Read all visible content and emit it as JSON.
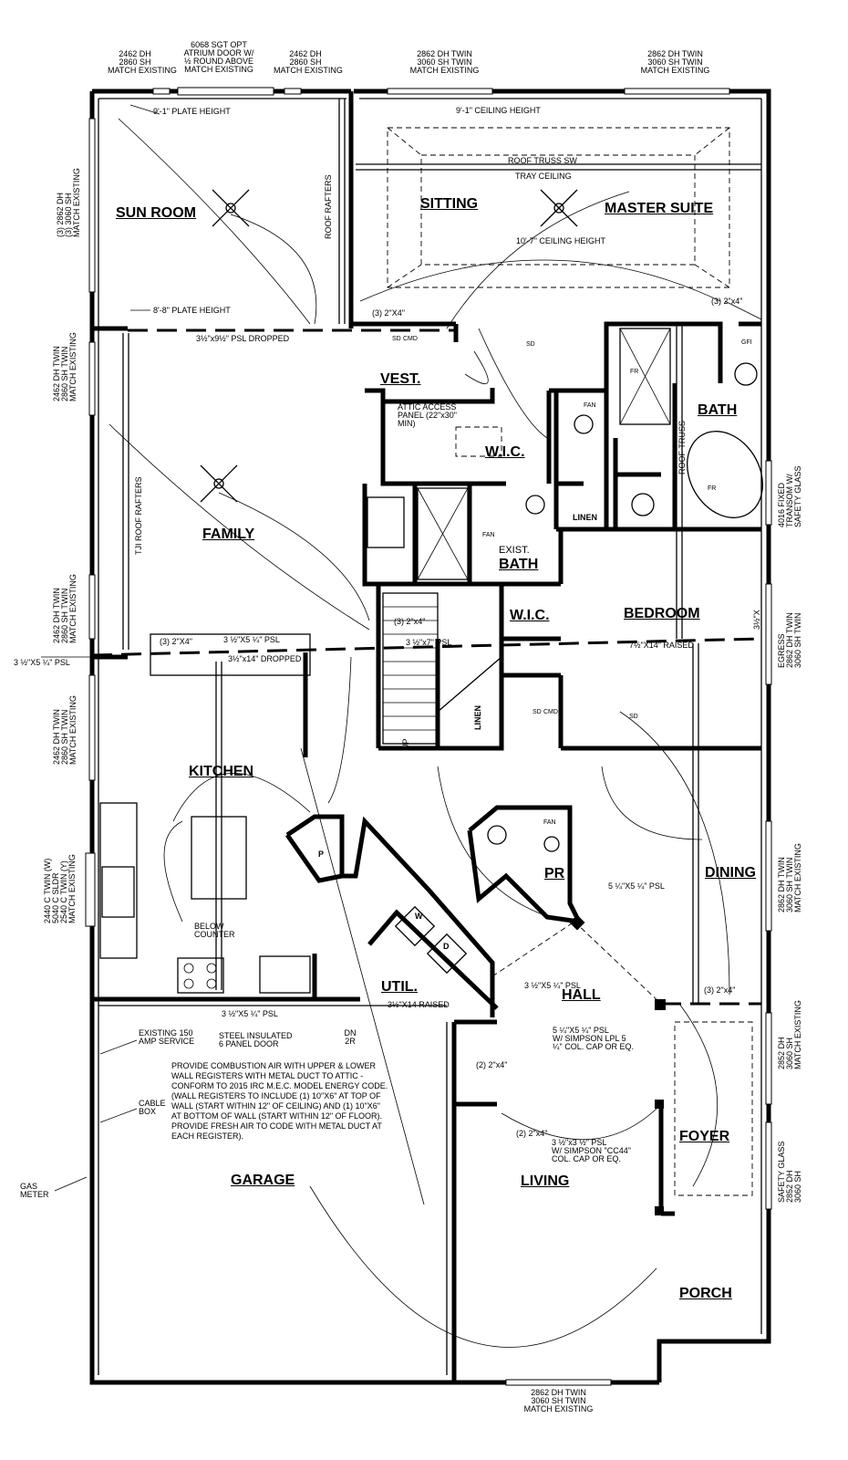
{
  "rooms": {
    "sun_room": "SUN ROOM",
    "sitting": "SITTING",
    "master_suite": "MASTER SUITE",
    "vest": "VEST.",
    "wic_master": "W.I.C.",
    "bath_master": "BATH",
    "family": "FAMILY",
    "exist_bath": "BATH",
    "wic_2": "W.I.C.",
    "bedroom": "BEDROOM",
    "kitchen": "KITCHEN",
    "pr": "PR",
    "dining": "DINING",
    "util": "UTIL.",
    "hall": "HALL",
    "foyer": "FOYER",
    "garage": "GARAGE",
    "living": "LIVING",
    "porch": "PORCH"
  },
  "windows": {
    "sun_top_left": [
      "2462 DH",
      "2860 SH",
      "MATCH EXISTING"
    ],
    "atrium": [
      "6068 SGT OPT",
      "ATRIUM DOOR W/",
      "½ ROUND ABOVE",
      "MATCH EXISTING"
    ],
    "sun_top_right": [
      "2462 DH",
      "2860 SH",
      "MATCH EXISTING"
    ],
    "master_top_left": [
      "2862 DH TWIN",
      "3060 SH TWIN",
      "MATCH EXISTING"
    ],
    "master_top_right": [
      "2862 DH TWIN",
      "3060 SH TWIN",
      "MATCH EXISTING"
    ],
    "sun_left": [
      "(3) 2862 DH",
      "(3) 3060 SH",
      "MATCH EXISTING"
    ],
    "family_left_top": [
      "2462 DH TWIN",
      "2860 SH TWIN",
      "MATCH EXISTING"
    ],
    "family_left_bottom": [
      "2462 DH TWIN",
      "2860 SH TWIN",
      "MATCH EXISTING"
    ],
    "kitchen_left": [
      "2462 DH TWIN",
      "2860 SH TWIN",
      "MATCH EXISTING"
    ],
    "kitchen_sink": [
      "2440 C TWIN (W)",
      "5040 C SLDR",
      "2540 C TWIN (Y)",
      "MATCH EXISTING"
    ],
    "bath_right": [
      "4016 FIXED",
      "TRANSOM W/",
      "SAFETY GLASS"
    ],
    "bedroom_right": [
      "EGRESS",
      "2862 DH TWIN",
      "3060 SH TWIN"
    ],
    "dining_right": [
      "2862 DH TWIN",
      "3060 SH TWIN",
      "MATCH EXISTING"
    ],
    "foyer_right_top": [
      "2852 DH",
      "3060 SH",
      "MATCH EXISTING"
    ],
    "foyer_right_bottom": [
      "SAFETY GLASS",
      "2852 DH",
      "3060 SH"
    ],
    "living_bottom": [
      "2862 DH TWIN",
      "3060 SH TWIN",
      "MATCH EXISTING"
    ]
  },
  "notes": {
    "plate_91_sun": "9'-1\" PLATE HEIGHT",
    "ceiling_91": "9'-1\" CEILING HEIGHT",
    "roof_truss": "ROOF TRUSS SW",
    "tray_ceiling": "TRAY CEILING",
    "ceiling_107": "10'-7\" CEILING HEIGHT",
    "roof_rafters": "ROOF RAFTERS",
    "plate_88": "8'-8\" PLATE HEIGHT",
    "psl_dropped": "3½\"x9½\" PSL DROPPED",
    "hdr_3_2x4_a": "(3) 2\"X4\"",
    "hdr_3_2x4_b": "(3) 2\"x4\"",
    "attic": [
      "ATTIC ACCESS",
      "PANEL (22\"x30\"",
      "MIN)"
    ],
    "exist": "EXIST.",
    "roof_truss_v": "ROOF TRUSS",
    "tji": "TJI ROOF RAFTERS",
    "psl_left": "3 ½\"X5 ¼\" PSL",
    "hdr_family": "(3) 2\"X4\"",
    "psl_family": "3 ½\"X5 ¼\" PSL",
    "dropped_family": "3½\"x14\" DROPPED",
    "hdr_stair": "(3) 2\"x4\"",
    "psl_stair": "3 ½\"x7\" PSL",
    "raised_bed": "7½\"X14\" RAISED",
    "raised_bed_tail": "3½\"X",
    "linen": "LINEN",
    "up": "UP",
    "below_counter": [
      "BELOW",
      "COUNTER"
    ],
    "pantry": "P",
    "washer": "W",
    "dryer": "D",
    "psl_pr": "5 ¼\"X5 ¼\" PSL",
    "psl_util": "3 ½\"X5 ¼\" PSL",
    "hdr_hall": "(3) 2\"x4\"",
    "psl_kitchen": "3 ½\"X5 ¼\" PSL",
    "raised_util": "3½\"X14 RAISED",
    "steel_door": [
      "STEEL INSULATED",
      "6 PANEL DOOR"
    ],
    "dn": [
      "DN",
      "2R"
    ],
    "psl_hall_col": [
      "5 ¼\"X5 ¼\" PSL",
      "W/ SIMPSON LPL 5",
      "¼\" COL. CAP OR EQ."
    ],
    "service": [
      "EXISTING 150",
      "AMP SERVICE"
    ],
    "cable": [
      "CABLE",
      "BOX"
    ],
    "gas": [
      "GAS",
      "METER"
    ],
    "combustion": [
      "PROVIDE  COMBUSTION AIR WITH UPPER & LOWER",
      "WALL REGISTERS WITH METAL DUCT TO ATTIC -",
      "CONFORM TO 2015 IRC M.E.C. MODEL ENERGY CODE.",
      "(WALL REGISTERS TO INCLUDE (1) 10\"X6\" AT TOP OF",
      "WALL (START WITHIN 12\" OF CEILING) AND  (1) 10\"X6\"",
      "AT BOTTOM OF WALL (START WITHIN 12\" OF FLOOR).",
      "PROVIDE FRESH AIR TO CODE WITH METAL DUCT AT",
      "EACH REGISTER)."
    ],
    "hdr_living_a": "(2) 2\"x4\"",
    "hdr_living_b": "(2) 2\"x4\"",
    "psl_foyer": [
      "3 ½\"x3 ½\" PSL",
      "W/ SIMPSON \"CC44\"",
      "COL. CAP OR EQ."
    ],
    "sd": "SD",
    "cmd": "CMD",
    "fan": "FAN",
    "fr": "FR",
    "gfi": "GFI"
  }
}
